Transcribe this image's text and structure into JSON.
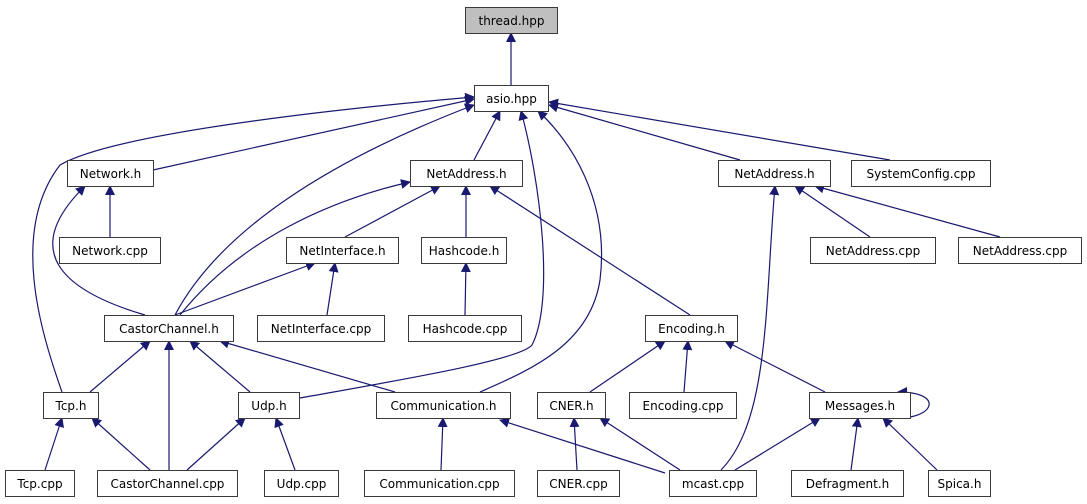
{
  "colors": {
    "edge": "#191970",
    "root_fill": "#bfbfbf",
    "node_fill": "#ffffff",
    "border": "#3a3a3a"
  },
  "nodes": [
    {
      "label": "thread.hpp"
    },
    {
      "label": "asio.hpp"
    },
    {
      "label": "Network.h"
    },
    {
      "label": "NetAddress.h"
    },
    {
      "label": "NetAddress.h"
    },
    {
      "label": "SystemConfig.cpp"
    },
    {
      "label": "Network.cpp"
    },
    {
      "label": "NetInterface.h"
    },
    {
      "label": "Hashcode.h"
    },
    {
      "label": "NetAddress.cpp"
    },
    {
      "label": "NetAddress.cpp"
    },
    {
      "label": "CastorChannel.h"
    },
    {
      "label": "NetInterface.cpp"
    },
    {
      "label": "Hashcode.cpp"
    },
    {
      "label": "Encoding.h"
    },
    {
      "label": "Tcp.h"
    },
    {
      "label": "Udp.h"
    },
    {
      "label": "Communication.h"
    },
    {
      "label": "CNER.h"
    },
    {
      "label": "Encoding.cpp"
    },
    {
      "label": "Messages.h"
    },
    {
      "label": "Tcp.cpp"
    },
    {
      "label": "CastorChannel.cpp"
    },
    {
      "label": "Udp.cpp"
    },
    {
      "label": "Communication.cpp"
    },
    {
      "label": "CNER.cpp"
    },
    {
      "label": "mcast.cpp"
    },
    {
      "label": "Defragment.h"
    },
    {
      "label": "Spica.h"
    }
  ],
  "edges": [
    {
      "from": 1,
      "to": 0
    },
    {
      "from": 2,
      "to": 1
    },
    {
      "from": 15,
      "to": 1
    },
    {
      "from": 11,
      "to": 1
    },
    {
      "from": 3,
      "to": 1
    },
    {
      "from": 16,
      "to": 1
    },
    {
      "from": 17,
      "to": 1
    },
    {
      "from": 4,
      "to": 1
    },
    {
      "from": 5,
      "to": 1
    },
    {
      "from": 6,
      "to": 2
    },
    {
      "from": 11,
      "to": 2
    },
    {
      "from": 11,
      "to": 3
    },
    {
      "from": 7,
      "to": 3
    },
    {
      "from": 8,
      "to": 3
    },
    {
      "from": 14,
      "to": 3
    },
    {
      "from": 26,
      "to": 4
    },
    {
      "from": 9,
      "to": 4
    },
    {
      "from": 10,
      "to": 4
    },
    {
      "from": 11,
      "to": 7
    },
    {
      "from": 12,
      "to": 7
    },
    {
      "from": 13,
      "to": 8
    },
    {
      "from": 15,
      "to": 11
    },
    {
      "from": 22,
      "to": 11
    },
    {
      "from": 16,
      "to": 11
    },
    {
      "from": 17,
      "to": 11
    },
    {
      "from": 18,
      "to": 14
    },
    {
      "from": 19,
      "to": 14
    },
    {
      "from": 20,
      "to": 14
    },
    {
      "from": 20,
      "to": 20
    },
    {
      "from": 21,
      "to": 15
    },
    {
      "from": 22,
      "to": 15
    },
    {
      "from": 22,
      "to": 16
    },
    {
      "from": 23,
      "to": 16
    },
    {
      "from": 24,
      "to": 17
    },
    {
      "from": 26,
      "to": 17
    },
    {
      "from": 25,
      "to": 18
    },
    {
      "from": 26,
      "to": 18
    },
    {
      "from": 26,
      "to": 20
    },
    {
      "from": 27,
      "to": 20
    },
    {
      "from": 28,
      "to": 20
    }
  ]
}
